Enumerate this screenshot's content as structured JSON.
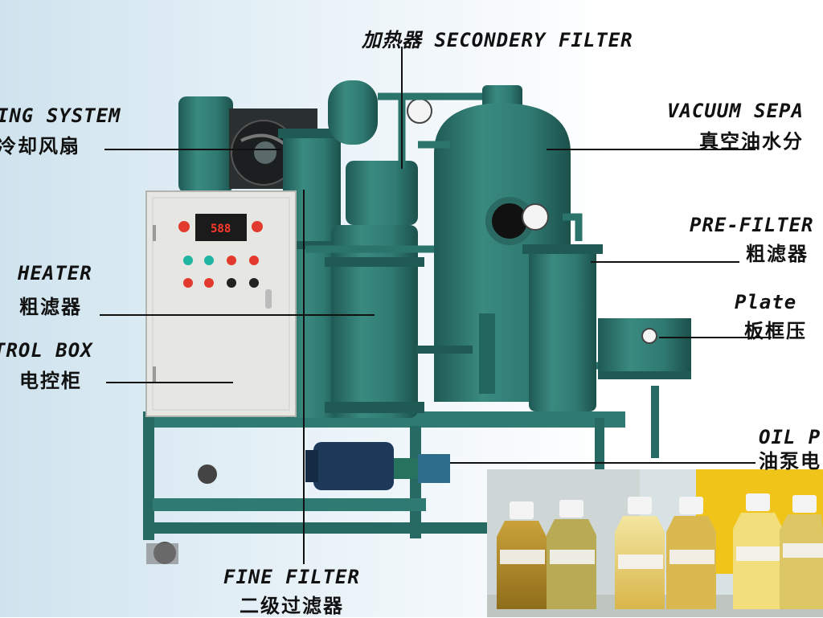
{
  "labels": {
    "top_heater": "加热器 SECONDERY FILTER",
    "cooling_en": "ING SYSTEM",
    "cooling_cn": "冷却风扇",
    "vacuum_en": "VACUUM SEPA",
    "vacuum_cn": "真空油水分",
    "prefilter_en": "PRE-FILTER",
    "prefilter_cn": "粗滤器",
    "plate_en": "Plate",
    "plate_cn": "板框压",
    "heater_en": "HEATER",
    "heater_cn": "粗滤器",
    "control_en": "TROL BOX",
    "control_cn": "电控柜",
    "oilpump_en": "OIL P",
    "oilpump_cn": "油泵电",
    "finefilter_en": "FINE FILTER",
    "finefilter_cn": "二级过滤器"
  },
  "control_panel": {
    "display": "588"
  },
  "colors": {
    "machine": "#2f7a72",
    "machine_dark": "#1f5a55",
    "cabinet": "#e6e6e2",
    "accent_red": "#e23b2e",
    "accent_teal": "#1fb5a0",
    "oil_tray": "#f0c419"
  }
}
